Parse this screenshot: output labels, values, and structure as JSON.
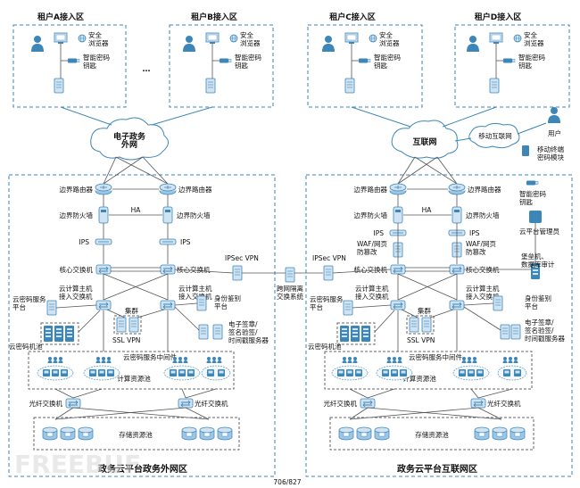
{
  "tenant_zones": [
    {
      "title": "租户A接入区",
      "browser": "安全\n浏览器",
      "key": "智能密码\n钥匙"
    },
    {
      "title": "租户B接入区",
      "browser": "安全\n浏览器",
      "key": "智能密码\n钥匙"
    },
    {
      "title": "租户C接入区",
      "browser": "安全\n浏览器",
      "key": "智能密码\n钥匙"
    },
    {
      "title": "租户D接入区",
      "browser": "安全\n浏览器",
      "key": "智能密码\n钥匙"
    }
  ],
  "ellipsis": "…",
  "clouds": {
    "gov_net": "电子政务\n外网",
    "internet": "互联网",
    "mobile": "移动互联网"
  },
  "user": {
    "label": "用户",
    "mobile_module": "移动终端\n密码模块"
  },
  "left_zone": {
    "title": "政务云平台政务外网区",
    "border_router_l": "边界路由器",
    "border_router_r": "边界路由器",
    "firewall_l": "边界防火墙",
    "firewall_r": "边界防火墙",
    "ha": "HA",
    "ips_l": "IPS",
    "ips_r": "IPS",
    "core_l": "核心交换机",
    "core_r": "核心交换机",
    "ipsec": "IPSec VPN",
    "host_sw_l": "云计算主机\n接入交换机",
    "host_sw_r": "云计算主机\n接入交换机",
    "crypto_platform": "云密码服务\n平台",
    "crypto_pool": "云密码机池",
    "cluster": "集群",
    "ssl_vpn": "SSL VPN",
    "identity": "身份鉴别\n平台",
    "e_sign": "电子签章/\n签名验签/\n时间戳服务器",
    "middleware": "云密码服务中间件",
    "compute_pool": "计算资源池",
    "fiber_l": "光纤交换机",
    "fiber_r": "光纤交换机",
    "storage_pool": "存储资源池"
  },
  "middle": {
    "gap": "跨网隔离\n交换系统"
  },
  "right_zone": {
    "title": "政务云平台互联网区",
    "border_router_l": "边界路由器",
    "border_router_r": "边界路由器",
    "smart_key": "智能密码\n钥匙",
    "firewall_l": "边界防火墙",
    "firewall_r": "边界防火墙",
    "ha": "HA",
    "ips_l": "IPS",
    "ips_r": "IPS",
    "waf_l": "WAF/网页\n防篡改",
    "waf_r": "WAF/网页\n防篡改",
    "admin": "云平台管理员",
    "ipsec": "IPSec VPN",
    "core_l": "核心交换机",
    "core_r": "核心交换机",
    "bastion": "堡垒机、\n数据库审计",
    "host_sw_l": "云计算主机\n接入交换机",
    "host_sw_r": "云计算主机\n接入交换机",
    "crypto_platform": "云密码服务\n平台",
    "crypto_pool": "云密码机池",
    "cluster": "集群",
    "ssl_vpn": "SSL VPN",
    "identity": "身份鉴别\n平台",
    "e_sign": "电子签章/\n签名验签/\n时间戳服务器",
    "middleware": "云密码服务中间件",
    "compute_pool": "计算资源池",
    "fiber_l": "光纤交换机",
    "fiber_r": "光纤交换机",
    "storage_pool": "存储资源池"
  },
  "page_number": "706/827",
  "watermark": "FREEBUF",
  "colors": {
    "accent": "#3d86b8",
    "device": "#cfe3f3",
    "device_dark": "#3d86b8"
  }
}
